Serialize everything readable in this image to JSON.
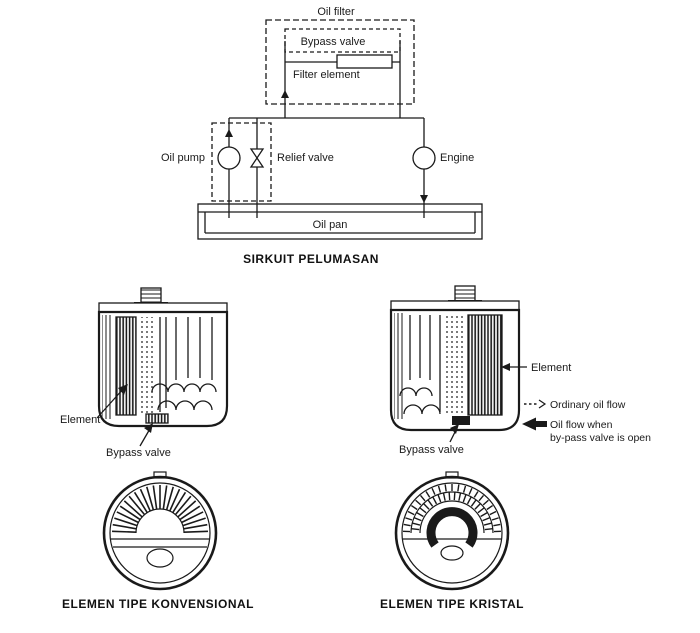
{
  "colors": {
    "ink": "#1a1a1a",
    "paper": "#ffffff"
  },
  "schematic": {
    "oil_filter_label": "Oil filter",
    "bypass_valve_label": "Bypass valve",
    "filter_element_label": "Filter element",
    "oil_pump_label": "Oil pump",
    "relief_valve_label": "Relief valve",
    "engine_label": "Engine",
    "oil_pan_label": "Oil pan",
    "caption": "SIRKUIT PELUMASAN"
  },
  "cutaway_left": {
    "element_label": "Element",
    "bypass_valve_label": "Bypass valve"
  },
  "cutaway_right": {
    "element_label": "Element",
    "bypass_valve_label": "Bypass valve"
  },
  "legend": {
    "ordinary_flow": "Ordinary oil flow",
    "bypass_flow_line1": "Oil flow when",
    "bypass_flow_line2": "by-pass valve is open"
  },
  "sections": {
    "left_caption": "ELEMEN TIPE KONVENSIONAL",
    "right_caption": "ELEMEN TIPE KRISTAL"
  }
}
